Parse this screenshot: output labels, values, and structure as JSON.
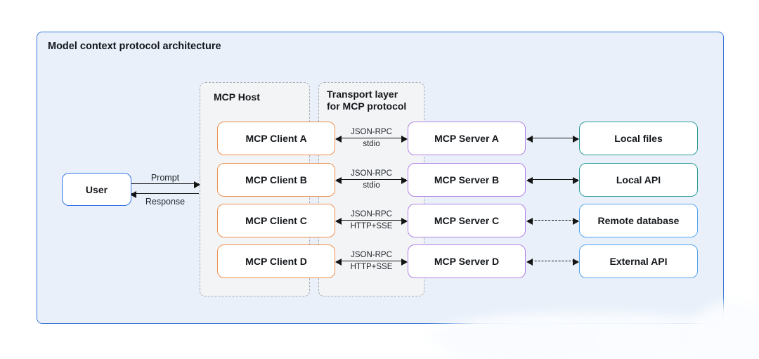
{
  "diagram": {
    "title": "Model context protocol architecture",
    "host": {
      "label": "MCP Host"
    },
    "transport": {
      "label_line1": "Transport layer",
      "label_line2": "for MCP protocol"
    },
    "user": {
      "label": "User"
    },
    "user_link": {
      "prompt_label": "Prompt",
      "response_label": "Response"
    },
    "clients": [
      "MCP Client A",
      "MCP Client B",
      "MCP Client C",
      "MCP Client D"
    ],
    "servers": [
      "MCP Server A",
      "MCP Server B",
      "MCP Server C",
      "MCP Server D"
    ],
    "resources": [
      "Local files",
      "Local API",
      "Remote database",
      "External API"
    ],
    "client_server_links": [
      {
        "protocol": "JSON-RPC",
        "transport": "stdio"
      },
      {
        "protocol": "JSON-RPC",
        "transport": "stdio"
      },
      {
        "protocol": "JSON-RPC",
        "transport": "HTTP+SSE"
      },
      {
        "protocol": "JSON-RPC",
        "transport": "HTTP+SSE"
      }
    ],
    "server_resource_links": [
      "solid",
      "solid",
      "dashed",
      "dashed"
    ],
    "colors": {
      "canvas_background": "#e9f0fa",
      "canvas_border": "#3b77d8",
      "group_background": "#f3f4f6",
      "group_border": "#a6abb1",
      "client_border": "#ee9150",
      "server_border": "#b183e4",
      "local_resource_border": "#2e9c9a",
      "remote_resource_border": "#54a5ee",
      "user_border": "#3575e6",
      "arrow": "#141414",
      "text": "#161616"
    }
  }
}
